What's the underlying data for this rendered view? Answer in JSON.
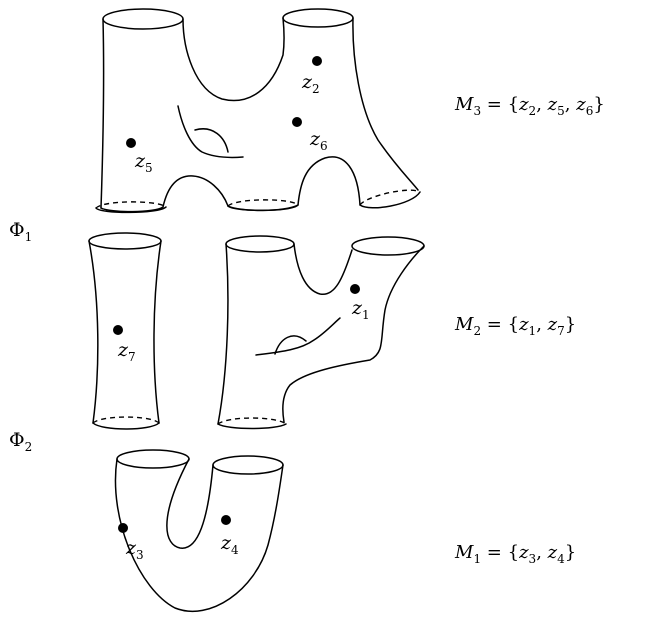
{
  "maps": {
    "phi1": {
      "symbol": "Φ",
      "index": "1"
    },
    "phi2": {
      "symbol": "Φ",
      "index": "2"
    }
  },
  "points": {
    "z1": {
      "letter": "z",
      "index": "1"
    },
    "z2": {
      "letter": "z",
      "index": "2"
    },
    "z3": {
      "letter": "z",
      "index": "3"
    },
    "z4": {
      "letter": "z",
      "index": "4"
    },
    "z5": {
      "letter": "z",
      "index": "5"
    },
    "z6": {
      "letter": "z",
      "index": "6"
    },
    "z7": {
      "letter": "z",
      "index": "7"
    }
  },
  "surfaces": {
    "M3": {
      "letter": "M",
      "index": "3",
      "open": " = {",
      "a": "z",
      "ai": "2",
      "sep1": ", ",
      "b": "z",
      "bi": "5",
      "sep2": ", ",
      "c": "z",
      "ci": "6",
      "close": "}"
    },
    "M2": {
      "letter": "M",
      "index": "2",
      "open": " = {",
      "a": "z",
      "ai": "1",
      "sep1": ", ",
      "b": "z",
      "bi": "7",
      "close": "}"
    },
    "M1": {
      "letter": "M",
      "index": "1",
      "open": " = {",
      "a": "z",
      "ai": "3",
      "sep1": ", ",
      "b": "z",
      "bi": "4",
      "close": "}"
    }
  }
}
